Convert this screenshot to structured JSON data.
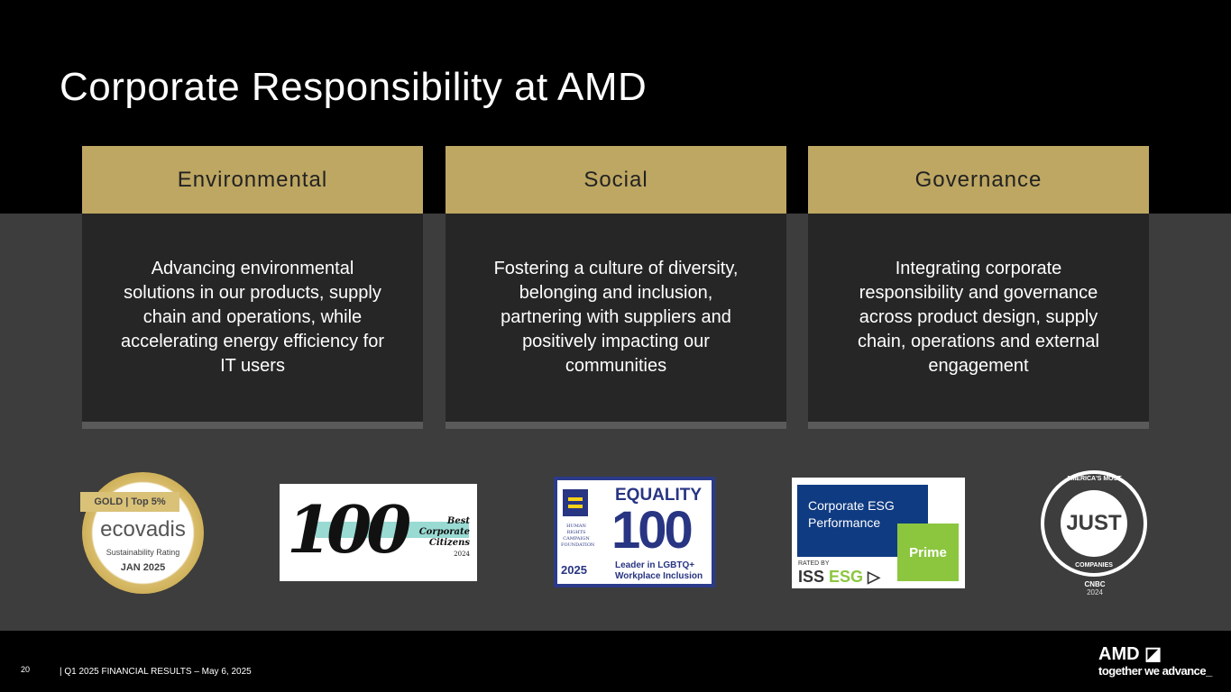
{
  "title": "Corporate Responsibility at AMD",
  "pillars": [
    {
      "heading": "Environmental",
      "body": "Advancing environmental solutions in our products, supply chain and operations, while accelerating energy efficiency for IT users"
    },
    {
      "heading": "Social",
      "body": "Fostering a culture of diversity, belonging and inclusion, partnering with suppliers and positively impacting our communities"
    },
    {
      "heading": "Governance",
      "body": "Integrating corporate responsibility and governance across product design, supply chain, operations and external engagement"
    }
  ],
  "logos": {
    "ecovadis": {
      "ribbon": "GOLD | Top 5%",
      "brand": "ecovadis",
      "label": "Sustainability Rating",
      "date": "JAN 2025"
    },
    "bcc": {
      "number": "100",
      "title": "Best Corporate Citizens",
      "year": "2024"
    },
    "hrc": {
      "org": "HUMAN RIGHTS CAMPAIGN FOUNDATION",
      "year": "2025",
      "equality": "EQUALITY",
      "number": "100",
      "leader": "Leader in LGBTQ+ Workplace Inclusion"
    },
    "iss": {
      "title": "Corporate ESG Performance",
      "badge": "Prime",
      "rated": "RATED BY",
      "brand_iss": "ISS",
      "brand_esg": "ESG"
    },
    "just": {
      "top": "AMERICA'S MOST",
      "center": "JUST",
      "bottom": "COMPANIES",
      "media": "CNBC",
      "year": "2024"
    }
  },
  "footer": {
    "page": "20",
    "text": "|  Q1 2025 FINANCIAL RESULTS – May 6, 2025",
    "brand": "AMD",
    "tagline": "together we advance_"
  }
}
